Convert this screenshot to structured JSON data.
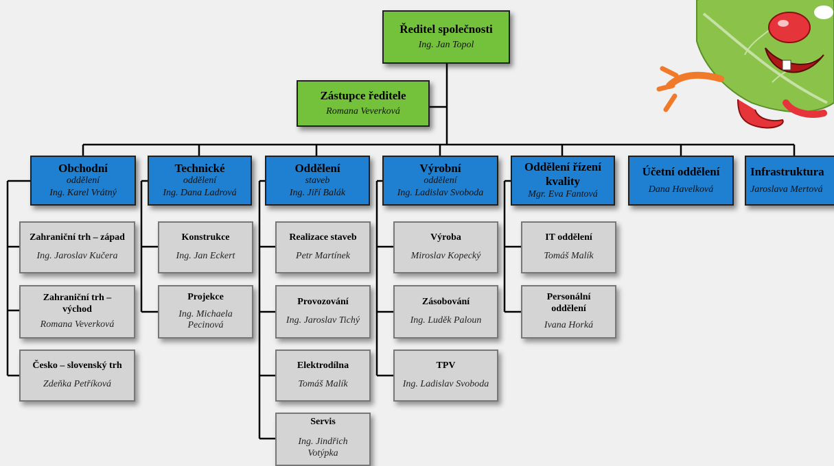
{
  "director": {
    "title": "Ředitel společnosti",
    "name": "Ing. Jan Topol"
  },
  "deputy": {
    "title": "Zástupce ředitele",
    "name": "Romana Veverková"
  },
  "departments": [
    {
      "title": "Obchodní",
      "subtitle": "oddělení",
      "name": "Ing. Karel Vrátný",
      "children": [
        {
          "title": "Zahraniční trh – západ",
          "name": "Ing. Jaroslav Kučera"
        },
        {
          "title": "Zahraniční trh – východ",
          "name": "Romana Veverková"
        },
        {
          "title": "Česko – slovenský trh",
          "name": "Zdeňka Petříková"
        }
      ]
    },
    {
      "title": "Technické",
      "subtitle": "oddělení",
      "name": "Ing. Dana Ladrová",
      "children": [
        {
          "title": "Konstrukce",
          "name": "Ing. Jan Eckert"
        },
        {
          "title": "Projekce",
          "name": "Ing. Michaela Pecinová"
        }
      ]
    },
    {
      "title": "Oddělení",
      "subtitle": "staveb",
      "name": "Ing. Jiří Balák",
      "children": [
        {
          "title": "Realizace staveb",
          "name": "Petr Martínek"
        },
        {
          "title": "Provozování",
          "name": "Ing. Jaroslav Tichý"
        },
        {
          "title": "Elektrodílna",
          "name": "Tomáš Malík"
        },
        {
          "title": "Servis",
          "name": "Ing. Jindřich Votýpka"
        }
      ]
    },
    {
      "title": "Výrobní",
      "subtitle": "oddělení",
      "name": "Ing. Ladislav Svoboda",
      "children": [
        {
          "title": "Výroba",
          "name": "Miroslav Kopecký"
        },
        {
          "title": "Zásobování",
          "name": "Ing. Luděk Paloun"
        },
        {
          "title": "TPV",
          "name": "Ing. Ladislav Svoboda"
        }
      ]
    },
    {
      "title": "Oddělení řízení kvality",
      "subtitle": "",
      "name": "Mgr. Eva Fantová",
      "children": [
        {
          "title": "IT oddělení",
          "name": "Tomáš Malík"
        },
        {
          "title": "Personální oddělení",
          "name": "Ivana Horká"
        }
      ]
    },
    {
      "title": "Účetní oddělení",
      "subtitle": "",
      "name": "Dana Havelková",
      "children": []
    },
    {
      "title": "Infrastruktura",
      "subtitle": "",
      "name": "Jaroslava Mertová",
      "children": []
    }
  ],
  "colors": {
    "top": "#74c23c",
    "department": "#1f7fd0",
    "unit": "#d4d4d4",
    "connector": "#000000"
  },
  "decoration": {
    "mascot": "leaf-mascot-image"
  }
}
